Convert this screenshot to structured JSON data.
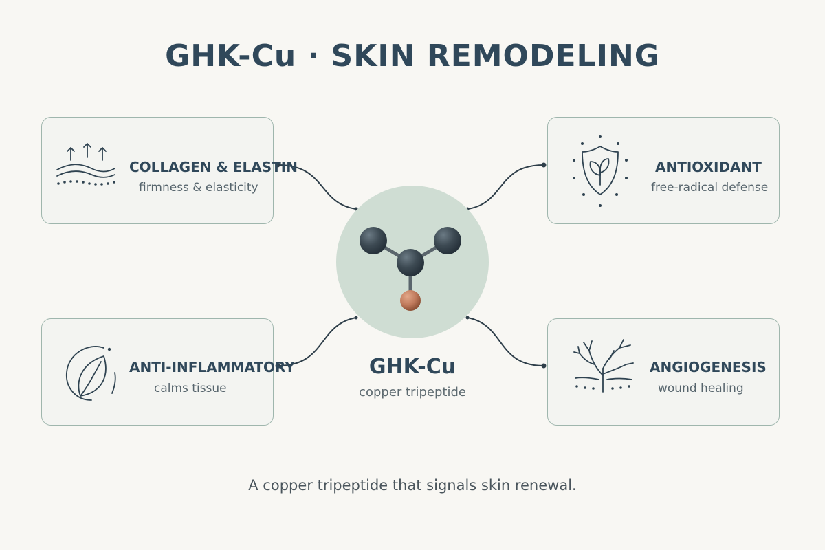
{
  "title": "GHK-Cu · SKIN REMODELING",
  "hub": {
    "label": "GHK-Cu",
    "sublabel": "copper tripeptide",
    "icon": "molecule-icon"
  },
  "cards": [
    {
      "id": "collagen",
      "label": "COLLAGEN & ELASTIN",
      "sublabel": "firmness & elasticity",
      "icon": "arrows-waves-icon"
    },
    {
      "id": "antioxidant",
      "label": "ANTIOXIDANT",
      "sublabel": "free-radical defense",
      "icon": "shield-leaf-icon"
    },
    {
      "id": "antiinflammatory",
      "label": "ANTI-INFLAMMATORY",
      "sublabel": "calms tissue",
      "icon": "leaf-icon"
    },
    {
      "id": "angiogenesis",
      "label": "ANGIOGENESIS",
      "sublabel": "wound healing",
      "icon": "vessel-branch-icon"
    }
  ],
  "caption": "A copper tripeptide that signals skin renewal.",
  "colors": {
    "background": "#f8f7f3",
    "text": "#30485a",
    "card_border": "#9fb6ad",
    "hub_circle": "#cfddd3",
    "atom_dark": "#3d4a53",
    "atom_copper": "#c07a5c"
  }
}
